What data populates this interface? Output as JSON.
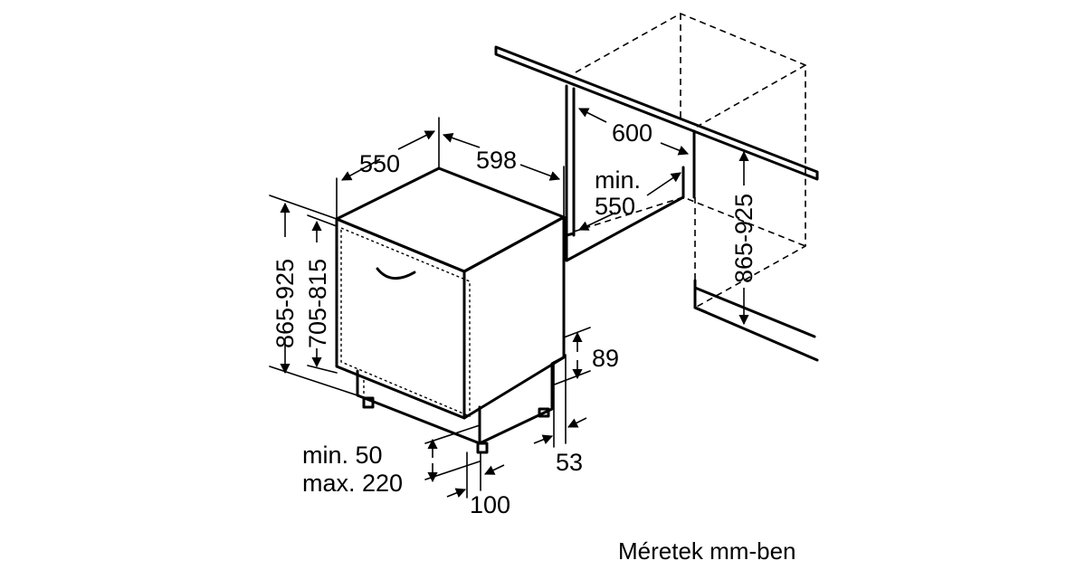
{
  "dimensions": {
    "depth": "550",
    "width": "598",
    "niche_width": "600",
    "niche_depth_line1": "min.",
    "niche_depth_line2": "550",
    "niche_height": "865-925",
    "appliance_height": "865-925",
    "door_height": "705-815",
    "plinth_height": "89",
    "foot_offset": "53",
    "plinth_gap_min": "min. 50",
    "plinth_gap_max": "max. 220",
    "plinth_depth": "100"
  },
  "caption": "Méretek mm-ben"
}
